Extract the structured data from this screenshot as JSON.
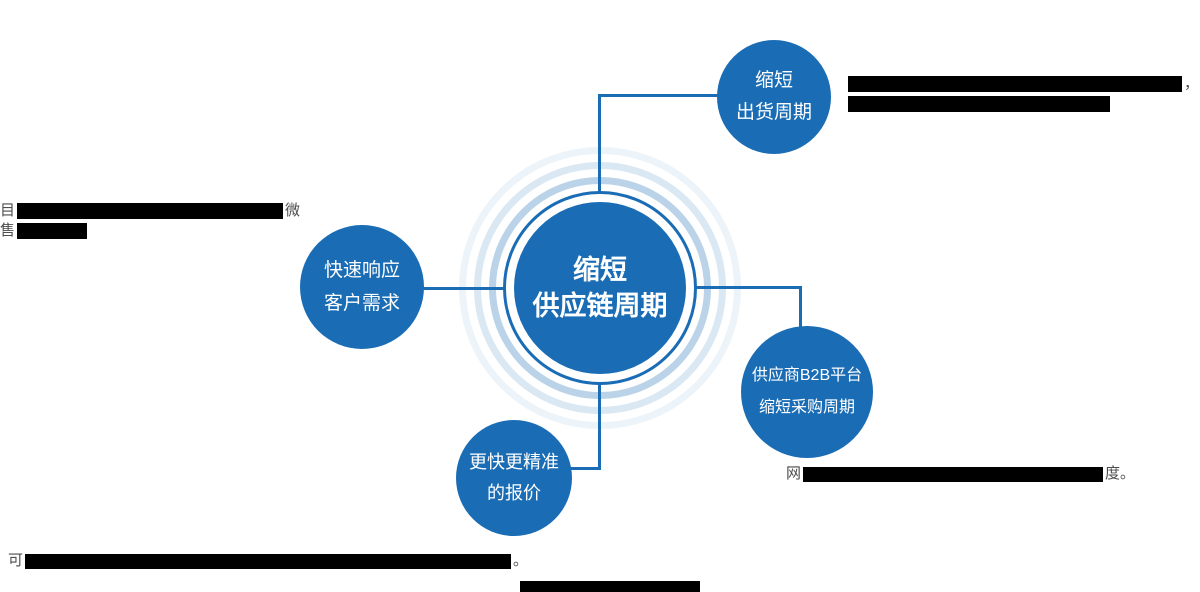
{
  "colors": {
    "primary_blue": "#1a6db5",
    "annotation_text_gray": "#4d4d4f",
    "redaction_black": "#000000",
    "background": "#ffffff"
  },
  "hub": {
    "label_line1": "缩短",
    "label_line2": "供应链周期"
  },
  "nodes": [
    {
      "id": "shipping",
      "label_line1": "缩短",
      "label_line2": "出货周期"
    },
    {
      "id": "respond",
      "label_line1": "快速响应",
      "label_line2": "客户需求"
    },
    {
      "id": "b2b",
      "label_line1": "供应商B2B平台",
      "label_line2": "缩短采购周期"
    },
    {
      "id": "quote",
      "label_line1": "更快更精准",
      "label_line2": "的报价"
    }
  ],
  "annotations": {
    "top_right": {
      "line1_visible_suffix": "，"
    },
    "left": {
      "line1_visible_prefix": "目",
      "line1_visible_suffix": "微",
      "line2_visible_prefix": "售"
    },
    "bottom_right": {
      "visible_prefix": "网",
      "visible_suffix": "度。"
    },
    "bottom_left": {
      "visible_prefix": "可",
      "visible_suffix": "。"
    }
  }
}
